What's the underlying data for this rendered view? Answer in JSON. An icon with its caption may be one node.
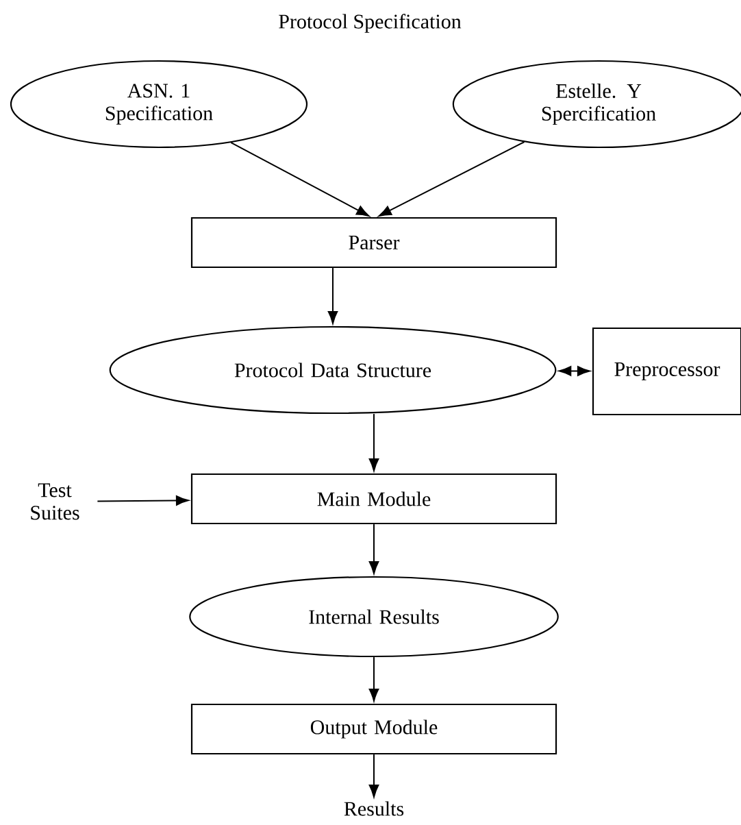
{
  "diagram": {
    "title": "Protocol Specification",
    "nodes": [
      {
        "text": [
          "ASN. 1 Specification"
        ]
      },
      {
        "text": [
          "Estelle. Y Spercification"
        ]
      },
      {
        "text": [
          "Parser"
        ]
      },
      {
        "text": [
          "Protocol Data Structure"
        ]
      },
      {
        "text": [
          "Preprocessor"
        ]
      },
      {
        "text": [
          "Test Suites"
        ]
      },
      {
        "text": [
          "Main Module"
        ]
      },
      {
        "text": [
          "Internal Results"
        ]
      },
      {
        "text": [
          "Output Module"
        ]
      },
      {
        "text": [
          "Results"
        ]
      }
    ],
    "edges": [
      {
        "from": 0,
        "to": 2,
        "arrow": "to"
      },
      {
        "from": 1,
        "to": 2,
        "arrow": "to"
      },
      {
        "from": 2,
        "to": 3,
        "arrow": "to"
      },
      {
        "from": 3,
        "to": 4,
        "arrow": "both"
      },
      {
        "from": 3,
        "to": 6,
        "arrow": "to"
      },
      {
        "from": 5,
        "to": 6,
        "arrow": "to"
      },
      {
        "from": 6,
        "to": 7,
        "arrow": "to"
      },
      {
        "from": 7,
        "to": 8,
        "arrow": "to"
      },
      {
        "from": 8,
        "to": 9,
        "arrow": "to"
      }
    ]
  }
}
